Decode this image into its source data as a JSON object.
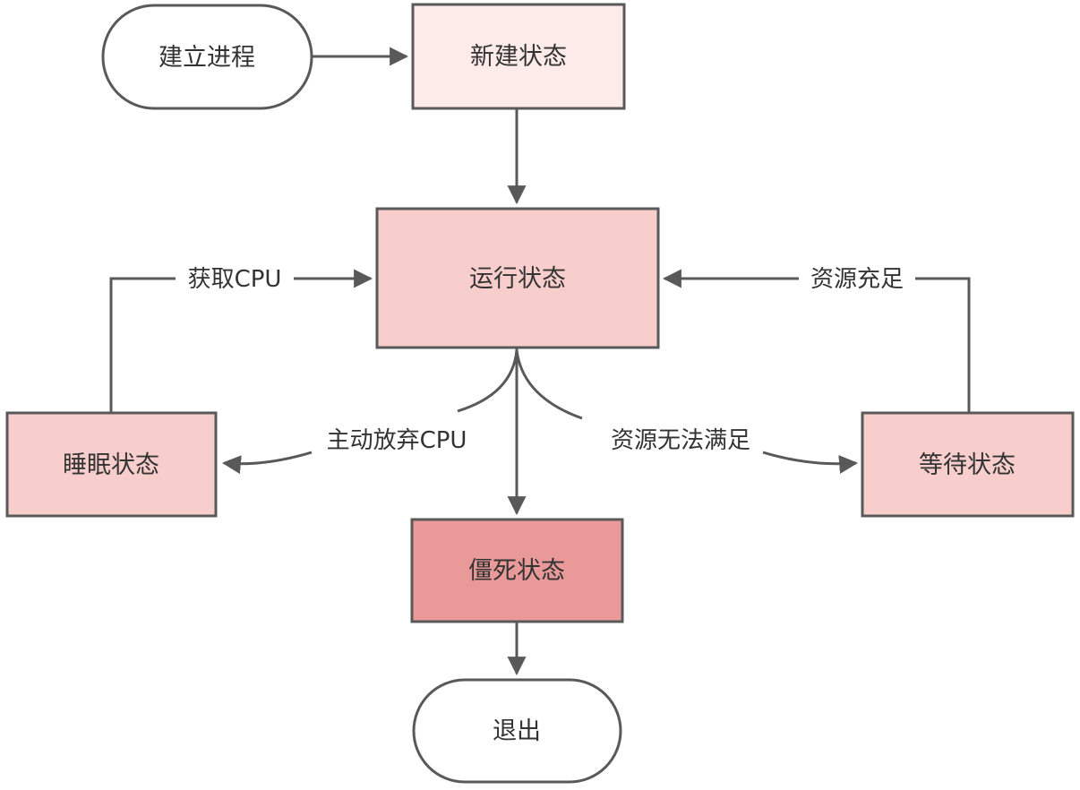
{
  "diagram": {
    "type": "flowchart",
    "background": "#ffffff",
    "colors": {
      "border": "#595959",
      "line": "#595959",
      "arrowhead": "#595959",
      "text": "#333333",
      "new_state_fill": "#fcebe9",
      "state_fill": "#f8cecc",
      "zombie_fill": "#ea9999",
      "terminal_fill": "#ffffff",
      "label_bg": "#ffffff"
    },
    "nodes": {
      "create": {
        "label": "建立进程",
        "shape": "stadium"
      },
      "new": {
        "label": "新建状态",
        "shape": "rect"
      },
      "running": {
        "label": "运行状态",
        "shape": "rect"
      },
      "sleep": {
        "label": "睡眠状态",
        "shape": "rect"
      },
      "wait": {
        "label": "等待状态",
        "shape": "rect"
      },
      "zombie": {
        "label": "僵死状态",
        "shape": "rect"
      },
      "exit": {
        "label": "退出",
        "shape": "stadium"
      }
    },
    "edges": {
      "create_to_new": {
        "from": "建立进程",
        "to": "新建状态",
        "label": ""
      },
      "new_to_running": {
        "from": "新建状态",
        "to": "运行状态",
        "label": ""
      },
      "sleep_to_running": {
        "from": "睡眠状态",
        "to": "运行状态",
        "label": "获取CPU"
      },
      "wait_to_running": {
        "from": "等待状态",
        "to": "运行状态",
        "label": "资源充足"
      },
      "running_to_sleep": {
        "from": "运行状态",
        "to": "睡眠状态",
        "label": "主动放弃CPU"
      },
      "running_to_wait": {
        "from": "运行状态",
        "to": "等待状态",
        "label": "资源无法满足"
      },
      "running_to_zombie": {
        "from": "运行状态",
        "to": "僵死状态",
        "label": ""
      },
      "zombie_to_exit": {
        "from": "僵死状态",
        "to": "退出",
        "label": ""
      }
    }
  }
}
